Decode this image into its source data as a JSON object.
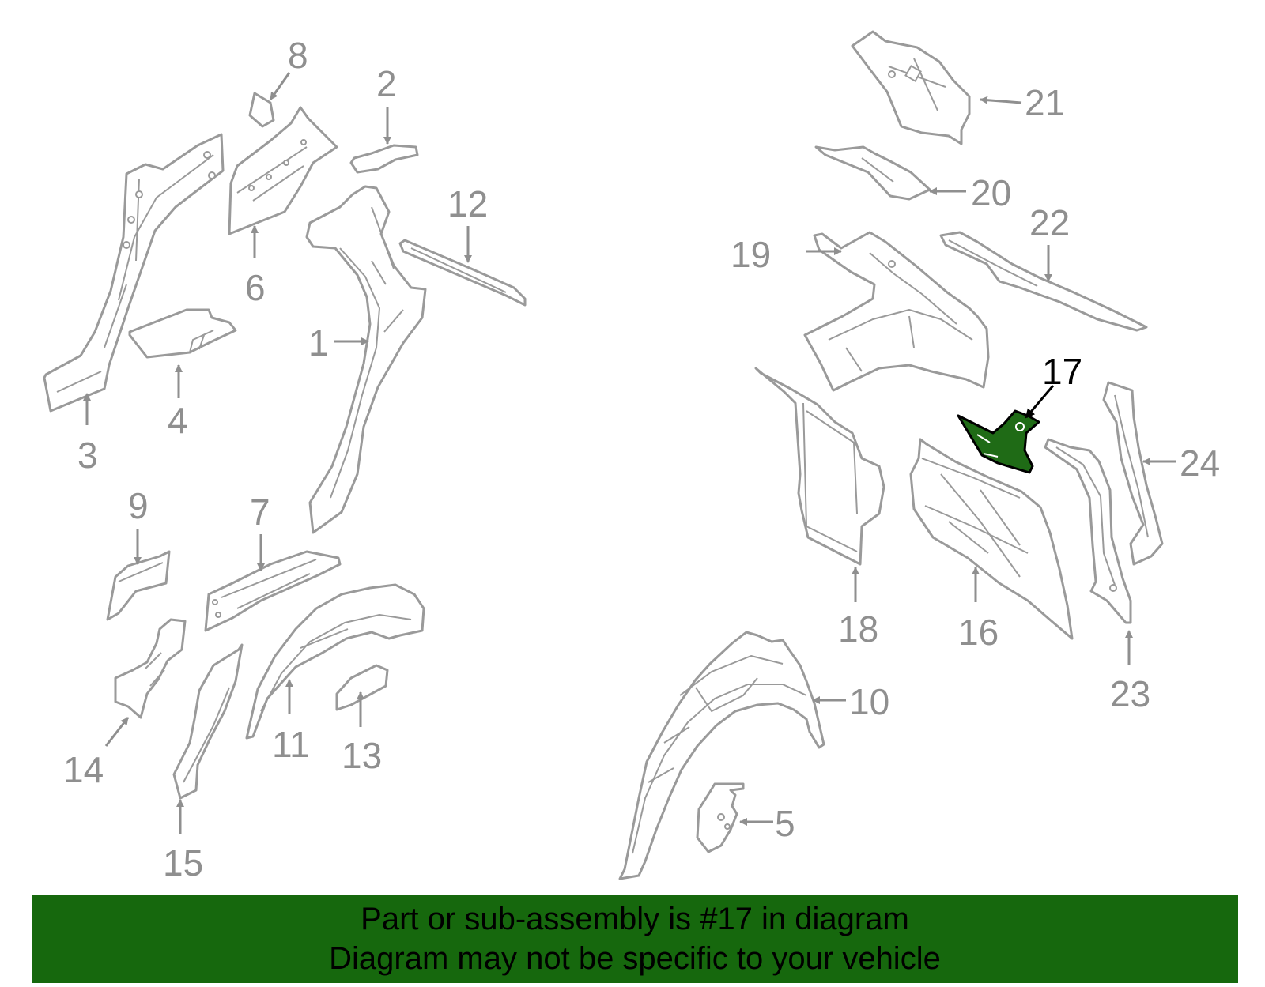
{
  "callouts": {
    "c1": "1",
    "c2": "2",
    "c3": "3",
    "c4": "4",
    "c5": "5",
    "c6": "6",
    "c7": "7",
    "c8": "8",
    "c9": "9",
    "c10": "10",
    "c11": "11",
    "c12": "12",
    "c13": "13",
    "c14": "14",
    "c15": "15",
    "c16": "16",
    "c17": "17",
    "c18": "18",
    "c19": "19",
    "c20": "20",
    "c21": "21",
    "c22": "22",
    "c23": "23",
    "c24": "24"
  },
  "highlight": {
    "part_number": "17",
    "color": "#1f6b16"
  },
  "banner": {
    "line1": "Part or sub-assembly is #17 in diagram",
    "line2": "Diagram may not be specific to your vehicle",
    "background": "#16680d"
  },
  "colors": {
    "outline": "#9a9a9a",
    "label": "#8f8f8f"
  }
}
